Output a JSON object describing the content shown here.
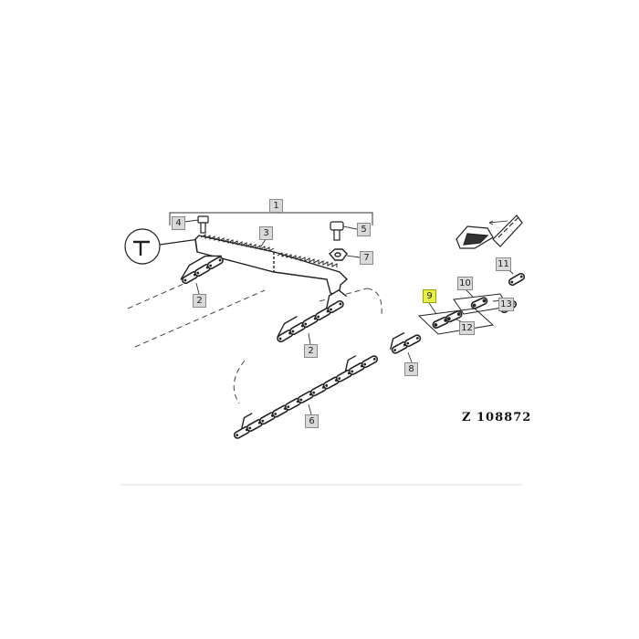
{
  "figure_code": "Z 108872",
  "highlight_color": "#e8f040",
  "callouts": {
    "c1": "1",
    "c2a": "2",
    "c2b": "2",
    "c3": "3",
    "c4": "4",
    "c5": "5",
    "c6": "6",
    "c7": "7",
    "c8": "8",
    "c9": "9",
    "c10": "10",
    "c11": "11",
    "c12": "12",
    "c13": "13"
  },
  "highlighted_callout": "9"
}
